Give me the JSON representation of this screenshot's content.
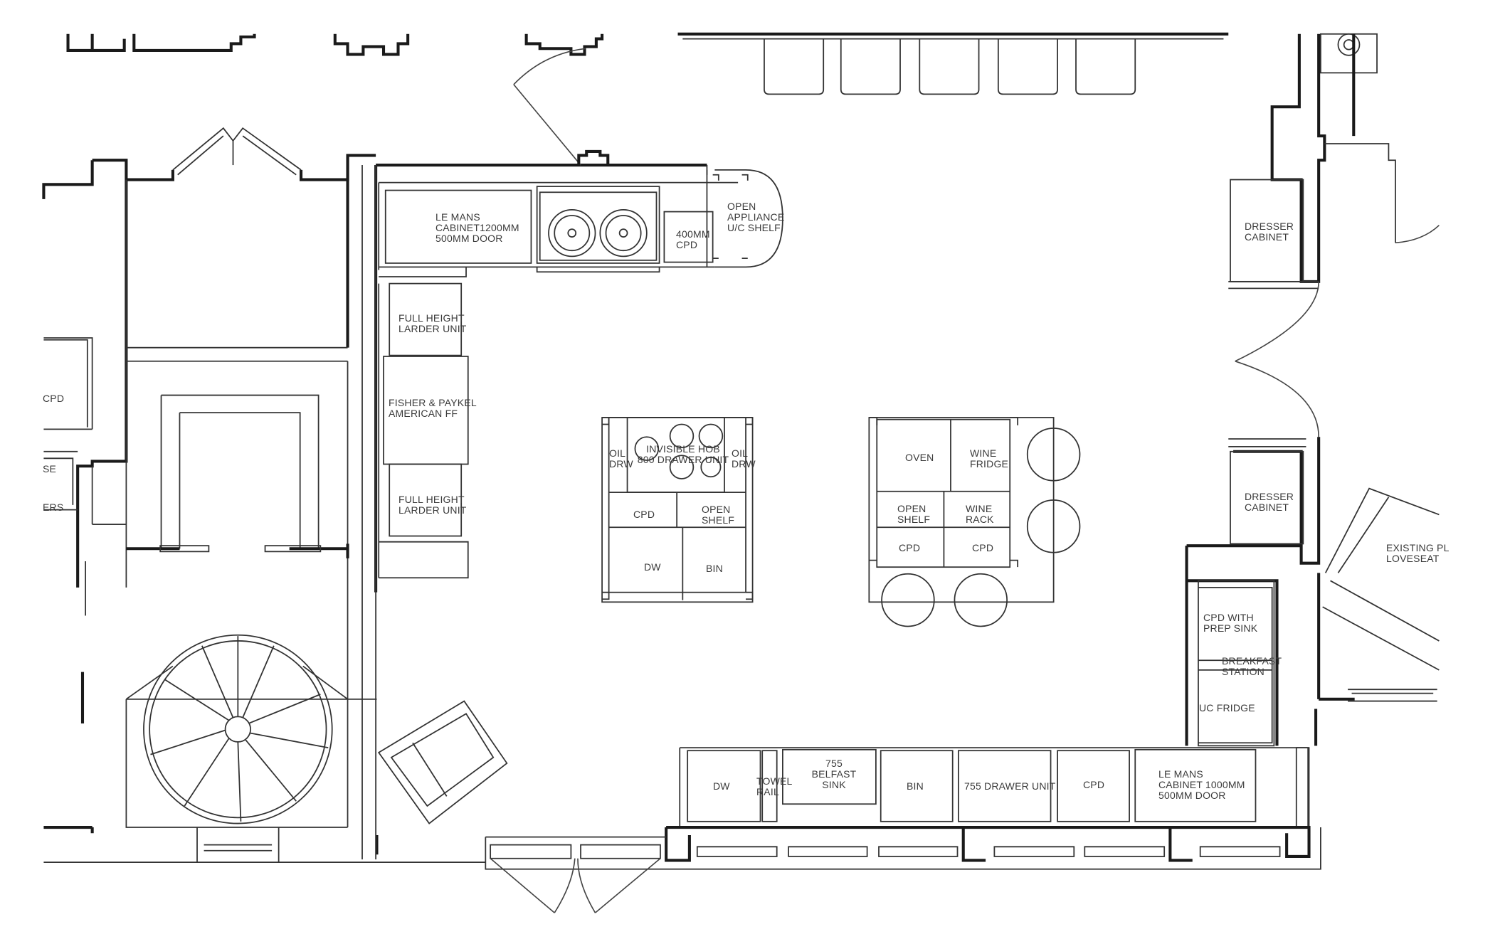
{
  "labels": {
    "le_mans_top": [
      "LE MANS",
      "CABINET1200MM",
      "500MM DOOR"
    ],
    "cpd_400": [
      "400MM",
      "CPD"
    ],
    "open_appliance": [
      "OPEN",
      "APPLIANCE",
      "U/C SHELF"
    ],
    "larder_top": [
      "FULL HEIGHT",
      "LARDER UNIT"
    ],
    "fisher_paykel": [
      "FISHER & PAYKEL",
      "AMERICAN FF"
    ],
    "larder_bottom": [
      "FULL HEIGHT",
      "LARDER UNIT"
    ],
    "cpd_left": "CPD",
    "se_partial": "SE",
    "ers_partial": "ERS",
    "oil_drw_left": [
      "OIL",
      "DRW"
    ],
    "invisible_hob": [
      "INVISIBLE HOB",
      "800 DRAWER UNIT"
    ],
    "oil_drw_right": [
      "OIL",
      "DRW"
    ],
    "cpd_island1": "CPD",
    "open_shelf_island1": [
      "OPEN",
      "SHELF"
    ],
    "dw_island1": "DW",
    "bin_island1": "BIN",
    "oven": "OVEN",
    "wine_fridge": [
      "WINE",
      "FRIDGE"
    ],
    "open_shelf_island2": [
      "OPEN",
      "SHELF"
    ],
    "wine_rack": [
      "WINE",
      "RACK"
    ],
    "cpd_island2_left": "CPD",
    "cpd_island2_right": "CPD",
    "dresser_top": [
      "DRESSER",
      "CABINET"
    ],
    "dresser_bottom": [
      "DRESSER",
      "CABINET"
    ],
    "loveseat": [
      "EXISTING PL",
      "LOVESEAT"
    ],
    "cpd_prep_sink": [
      "CPD WITH",
      "PREP SINK"
    ],
    "breakfast_station": [
      "BREAKFAST",
      "STATION"
    ],
    "uc_fridge": "UC FRIDGE",
    "dw_bottom": "DW",
    "towel_rail": [
      "TOWEL",
      "RAIL"
    ],
    "belfast_sink": [
      "755",
      "BELFAST",
      "SINK"
    ],
    "bin_bottom": "BIN",
    "drawer_755": "755 DRAWER UNIT",
    "cpd_bottom": "CPD",
    "le_mans_bottom": [
      "LE MANS",
      "CABINET 1000MM",
      "500MM DOOR"
    ]
  }
}
